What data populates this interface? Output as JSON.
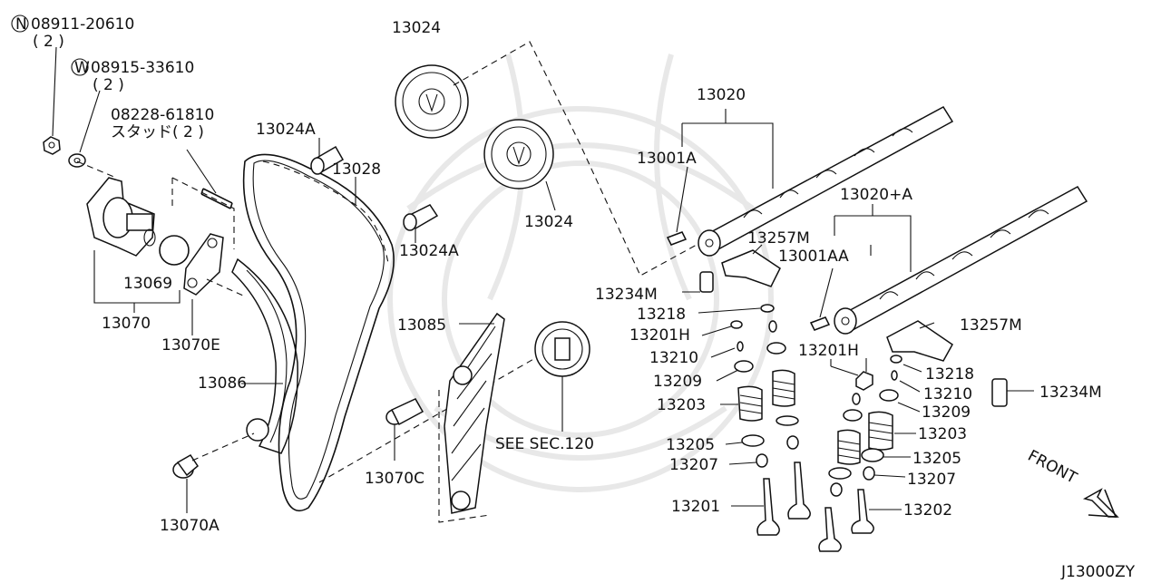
{
  "diagram": {
    "labels": {
      "nut_code": "08911-20610",
      "nut_qty": "( 2 )",
      "nut_marker": "N",
      "washer_code": "08915-33610",
      "washer_qty": "( 2 )",
      "washer_marker": "W",
      "stud_code": "08228-61810",
      "stud_note": "スタッド( 2 )",
      "sprocket_top": "13024",
      "bolt_top": "13024A",
      "chain": "13028",
      "sprocket_lower": "13024",
      "bolt_lower": "13024A",
      "camshaft_set": "13020",
      "dowel_top": "13001A",
      "camshaft_set_b": "13020+A",
      "rocker_top": "13257M",
      "dowel_b": "13001AA",
      "lash_adjuster_left": "13234M",
      "collet_left": "13218",
      "retainer_left": "13201H",
      "cotter_left": "13210",
      "valve_seat_left": "13209",
      "spring_left": "13203",
      "washer_left": "13205",
      "seal_left": "13207",
      "valve_intake": "13201",
      "rocker_right": "13257M",
      "retainer_right": "13201H",
      "collet_right": "13218",
      "cotter_right": "13210",
      "lash_adjuster_right": "13234M",
      "valve_seat_right": "13209",
      "spring_right": "13203",
      "washer_right": "13205",
      "seal_right": "13207",
      "valve_exhaust": "13202",
      "slack_guide": "13085",
      "tensioner_label": "13069",
      "tensioner_assy": "13070",
      "gasket": "13070E",
      "chain_guide": "13086",
      "guide_bolt": "13070C",
      "bolt_bottom": "13070A",
      "see_sec": "SEE SEC.120",
      "front": "FRONT",
      "drawing_id": "J13000ZY"
    }
  }
}
